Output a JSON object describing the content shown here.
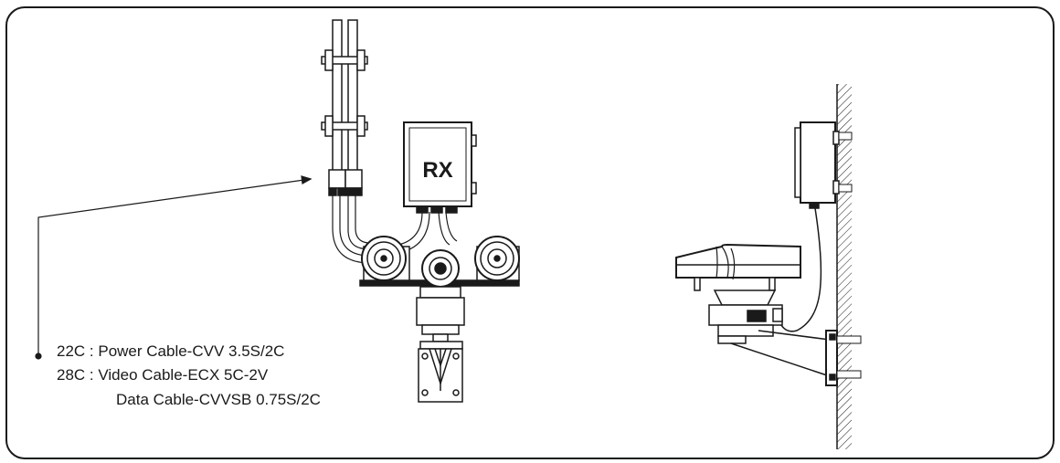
{
  "diagram": {
    "box_label": "RX",
    "cable_lines": [
      "22C : Power Cable-CVV 3.5S/2C",
      "28C : Video Cable-ECX 5C-2V",
      "Data Cable-CVVSB 0.75S/2C"
    ]
  },
  "colors": {
    "stroke": "#1a1a1a",
    "fill_light": "#ffffff",
    "fill_dark": "#1a1a1a"
  }
}
